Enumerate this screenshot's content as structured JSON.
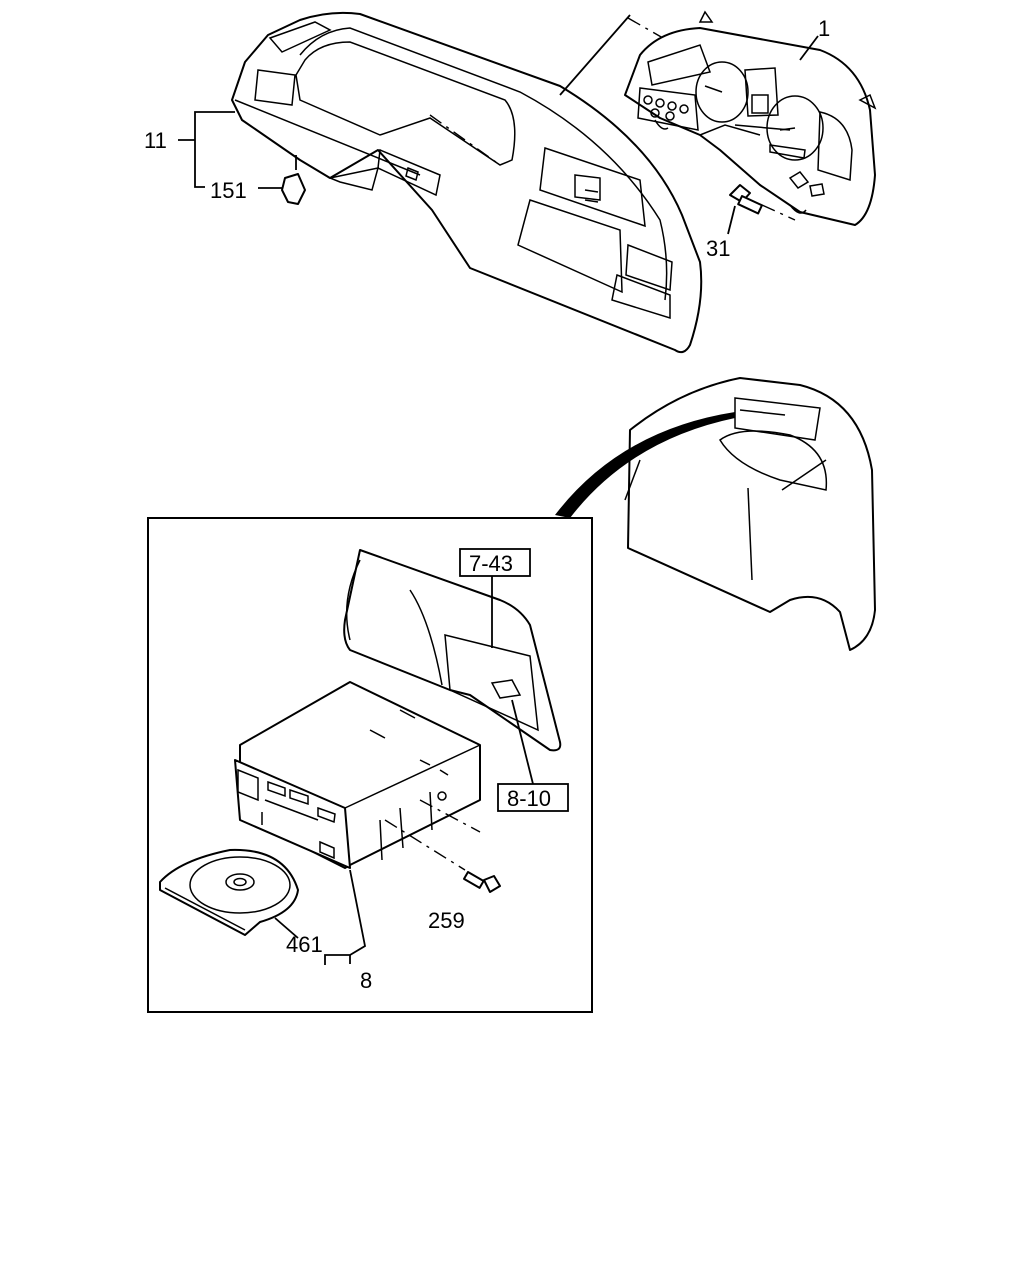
{
  "diagram": {
    "callouts": {
      "c1": "1",
      "c11": "11",
      "c151": "151",
      "c31": "31",
      "ref743": "7-43",
      "ref810": "8-10",
      "c259": "259",
      "c461": "461",
      "c8": "8"
    }
  }
}
